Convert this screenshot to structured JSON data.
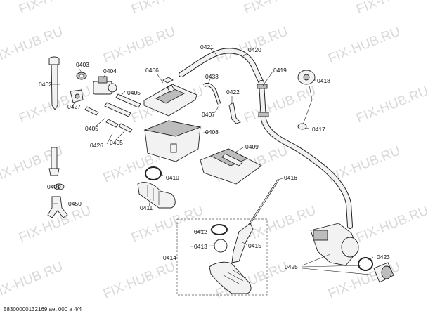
{
  "watermark": "FIX-HUB.RU",
  "footer_text": "58300000132169 aet 000 a 4/4",
  "labels": {
    "p0401": "0401",
    "p0402": "0402",
    "p0403": "0403",
    "p0404": "0404",
    "p0405a": "0405",
    "p0405b": "0405",
    "p0405c": "0405",
    "p0406": "0406",
    "p0407": "0407",
    "p0408": "0408",
    "p0409": "0409",
    "p0410": "0410",
    "p0411": "0411",
    "p0412": "0412",
    "p0413": "0413",
    "p0414": "0414",
    "p0415": "0415",
    "p0416": "0416",
    "p0417": "0417",
    "p0418": "0418",
    "p0419": "0419",
    "p0420": "0420",
    "p0421": "0421",
    "p0422": "0422",
    "p0423": "0423",
    "p0425": "0425",
    "p0426": "0426",
    "p0427": "0427",
    "p0433": "0433",
    "p0450": "0450"
  }
}
